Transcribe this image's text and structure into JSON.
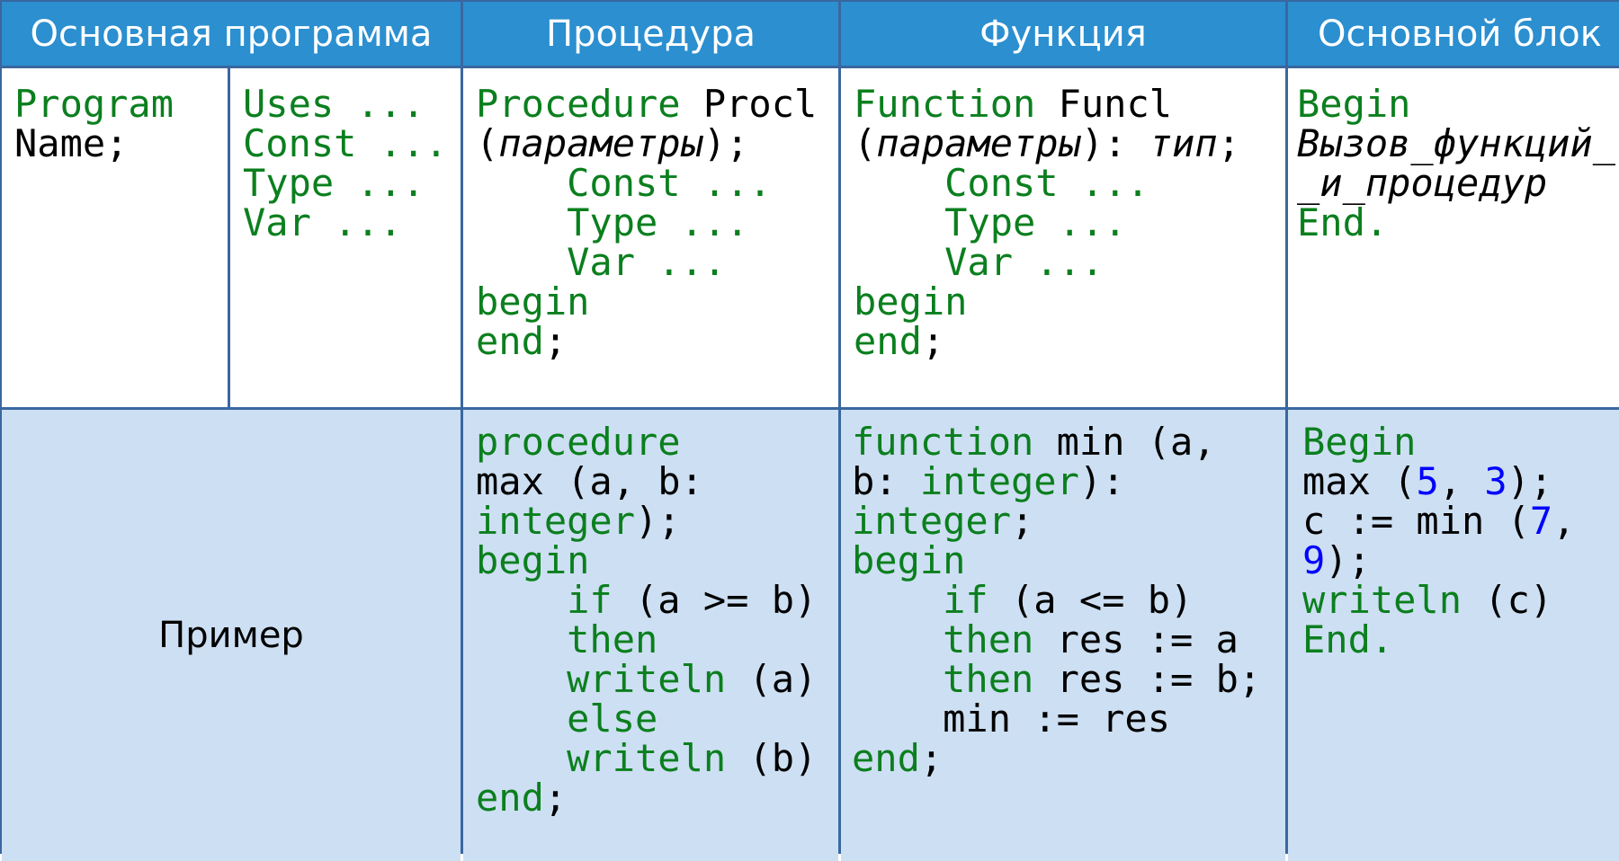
{
  "headers": [
    "Основная программа",
    "Процедура",
    "Функция",
    "Основной блок"
  ],
  "example_label": "Пример",
  "colors": {
    "header": "#2b8fd0",
    "keyword": "#0b7f1e",
    "number": "#0000ff",
    "border": "#3a67a0",
    "example_bg": "#cddff2"
  },
  "code": {
    "program_name": [
      [
        [
          "k",
          "Program"
        ]
      ],
      [
        [
          "t",
          "Name;"
        ]
      ]
    ],
    "sections": [
      [
        [
          "k",
          "Uses ..."
        ]
      ],
      [
        [
          "k",
          "Const ..."
        ]
      ],
      [
        [
          "k",
          "Type ..."
        ]
      ],
      [
        [
          "k",
          "Var ..."
        ]
      ]
    ],
    "procedure_decl": [
      [
        [
          "k",
          "Procedure"
        ],
        [
          "t",
          " Procl"
        ]
      ],
      [
        [
          "t",
          "("
        ],
        [
          "i",
          "параметры"
        ],
        [
          "t",
          ");"
        ]
      ],
      [
        [
          "k",
          "    Const ..."
        ]
      ],
      [
        [
          "k",
          "    Type ..."
        ]
      ],
      [
        [
          "k",
          "    Var ..."
        ]
      ],
      [
        [
          "k",
          "begin"
        ]
      ],
      [
        [
          "k",
          "end"
        ],
        [
          "t",
          ";"
        ]
      ]
    ],
    "function_decl": [
      [
        [
          "k",
          "Function"
        ],
        [
          "t",
          " Funcl"
        ]
      ],
      [
        [
          "t",
          "("
        ],
        [
          "i",
          "параметры"
        ],
        [
          "t",
          "): "
        ],
        [
          "i",
          "тип"
        ],
        [
          "t",
          ";"
        ]
      ],
      [
        [
          "k",
          "    Const ..."
        ]
      ],
      [
        [
          "k",
          "    Type ..."
        ]
      ],
      [
        [
          "k",
          "    Var ..."
        ]
      ],
      [
        [
          "k",
          "begin"
        ]
      ],
      [
        [
          "k",
          "end"
        ],
        [
          "t",
          ";"
        ]
      ]
    ],
    "main_decl": [
      [
        [
          "k",
          "Begin"
        ]
      ],
      [
        [
          "i",
          "Вызов_функций_"
        ]
      ],
      [
        [
          "i",
          "_и_процедур"
        ]
      ],
      [
        [
          "k",
          "End."
        ]
      ]
    ],
    "procedure_example": [
      [
        [
          "k",
          "procedure"
        ]
      ],
      [
        [
          "t",
          "max (a, b:"
        ]
      ],
      [
        [
          "k",
          "integer"
        ],
        [
          "t",
          ");"
        ]
      ],
      [
        [
          "k",
          "begin"
        ]
      ],
      [
        [
          "k",
          "    if"
        ],
        [
          "t",
          " (a >= b)"
        ]
      ],
      [
        [
          "k",
          "    then"
        ]
      ],
      [
        [
          "k",
          "    writeln"
        ],
        [
          "t",
          " (a)"
        ]
      ],
      [
        [
          "k",
          "    else"
        ]
      ],
      [
        [
          "k",
          "    writeln"
        ],
        [
          "t",
          " (b)"
        ]
      ],
      [
        [
          "k",
          "end"
        ],
        [
          "t",
          ";"
        ]
      ]
    ],
    "function_example": [
      [
        [
          "k",
          "function"
        ],
        [
          "t",
          " min (a,"
        ]
      ],
      [
        [
          "t",
          "b: "
        ],
        [
          "k",
          "integer"
        ],
        [
          "t",
          "):"
        ]
      ],
      [
        [
          "k",
          "integer"
        ],
        [
          "t",
          ";"
        ]
      ],
      [
        [
          "k",
          "begin"
        ]
      ],
      [
        [
          "k",
          "    if"
        ],
        [
          "t",
          " (a <= b)"
        ]
      ],
      [
        [
          "k",
          "    then"
        ],
        [
          "t",
          " res := a"
        ]
      ],
      [
        [
          "k",
          "    then"
        ],
        [
          "t",
          " res := b;"
        ]
      ],
      [
        [
          "t",
          "    min := res"
        ]
      ],
      [
        [
          "k",
          "end"
        ],
        [
          "t",
          ";"
        ]
      ]
    ],
    "main_example": [
      [
        [
          "k",
          "Begin"
        ]
      ],
      [
        [
          "t",
          "max ("
        ],
        [
          "n",
          "5"
        ],
        [
          "t",
          ", "
        ],
        [
          "n",
          "3"
        ],
        [
          "t",
          ");"
        ]
      ],
      [
        [
          "t",
          "c := min ("
        ],
        [
          "n",
          "7"
        ],
        [
          "t",
          ","
        ]
      ],
      [
        [
          "n",
          "9"
        ],
        [
          "t",
          ");"
        ]
      ],
      [
        [
          "k",
          "writeln"
        ],
        [
          "t",
          " (c)"
        ]
      ],
      [
        [
          "k",
          "End."
        ]
      ]
    ]
  }
}
